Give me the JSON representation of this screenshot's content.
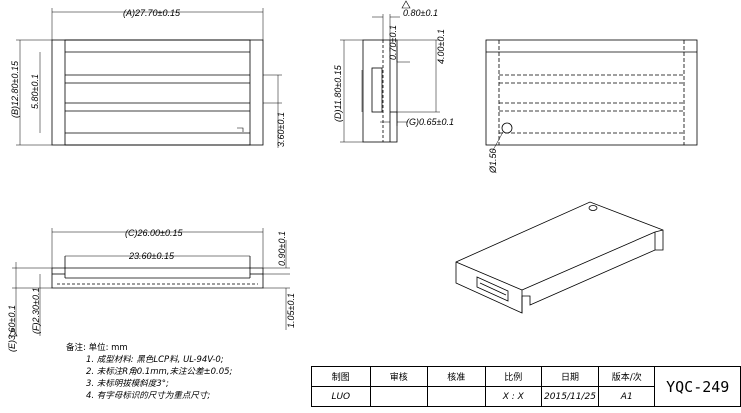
{
  "dims": {
    "A": "(A)27.70±0.15",
    "B": "(B)12.80±0.15",
    "h_5_80": "5.80±0.1",
    "h_3_60": "3.60±0.1",
    "D": "(D)11.80±0.15",
    "h_0_80": "0.80±0.1",
    "h_0_70": "0.70±0.1",
    "h_4_00": "4.00±0.1",
    "G": "(G)0.65±0.1",
    "dia": "Ø1.50",
    "C": "(C)26.00±0.15",
    "w_23_60": "23.60±0.15",
    "h_0_90": "0.90±0.1",
    "h_1_05": "1.05±0.1",
    "E": "(E)3.60±0.1",
    "F": "(F)2.30±0.1"
  },
  "notes": {
    "header": "备注:  单位: mm",
    "lines": [
      "1. 成型材料:  黑色LCP料, UL-94V-0;",
      "2. 未标注R角0.1mm,未注公差±0.05;",
      "3. 未标明拔模斜度3°;",
      "4. 有字母标识的尺寸为重点尺寸;"
    ]
  },
  "title_block": {
    "headers": [
      "制图",
      "审核",
      "核准",
      "比例",
      "日期",
      "版本/次"
    ],
    "values": [
      "LUO",
      "",
      "",
      "X : X",
      "2015/11/25",
      "A1"
    ],
    "part_no": "YQC-249"
  }
}
